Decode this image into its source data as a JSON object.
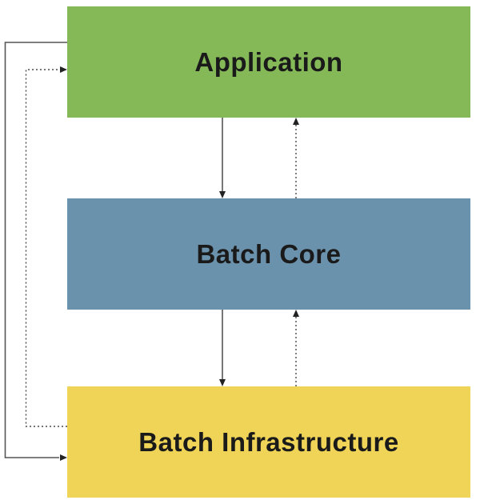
{
  "diagram": {
    "background_color": "#ffffff",
    "text_color": "#1a1a1a",
    "line_color": "#555555",
    "nodes": [
      {
        "id": "application",
        "label": "Application",
        "color": "#85B957"
      },
      {
        "id": "batch-core",
        "label": "Batch Core",
        "color": "#6B92AD"
      },
      {
        "id": "batch-infrastructure",
        "label": "Batch Infrastructure",
        "color": "#EFD457"
      }
    ],
    "edges": [
      {
        "from": "application",
        "to": "batch-core",
        "style": "solid",
        "direction": "down"
      },
      {
        "from": "batch-core",
        "to": "application",
        "style": "dotted",
        "direction": "up"
      },
      {
        "from": "batch-core",
        "to": "batch-infrastructure",
        "style": "solid",
        "direction": "down"
      },
      {
        "from": "batch-infrastructure",
        "to": "batch-core",
        "style": "dotted",
        "direction": "up"
      },
      {
        "from": "application",
        "to": "batch-infrastructure",
        "style": "solid",
        "route": "left-outer"
      },
      {
        "from": "batch-infrastructure",
        "to": "application",
        "style": "dotted",
        "route": "left-inner"
      }
    ]
  }
}
